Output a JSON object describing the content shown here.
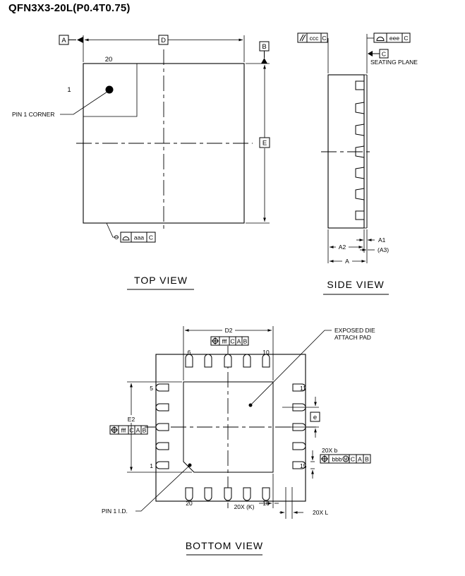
{
  "package_name": "QFN3X3-20L(P0.4T0.75)",
  "views": {
    "top": "TOP VIEW",
    "side": "SIDE VIEW",
    "bottom": "BOTTOM VIEW"
  },
  "top_view": {
    "datum_a": "A",
    "datum_b": "B",
    "dim_d": "D",
    "dim_e": "E",
    "pin_20": "20",
    "pin_1": "1",
    "pin1_corner": "PIN 1 CORNER",
    "flatness_tol": "aaa",
    "flatness_datum": "C"
  },
  "side_view": {
    "parallel_tol": "ccc",
    "parallel_datum": "C",
    "profile_tol": "eee",
    "profile_datum": "C",
    "datum_c": "C",
    "seating_plane": "SEATING PLANE",
    "dim_a1": "A1",
    "dim_a2": "A2",
    "dim_a3": "(A3)",
    "dim_a": "A"
  },
  "bottom_view": {
    "dim_d2": "D2",
    "dim_e2": "E2",
    "exposed_die": "EXPOSED DIE",
    "attach_pad": "ATTACH PAD",
    "d2_tol": "fff",
    "e2_tol": "fff",
    "datum_c": "C",
    "datum_a": "A",
    "datum_b": "B",
    "pin_6": "6",
    "pin_10": "10",
    "pin_5": "5",
    "pin_11": "11",
    "pin_1": "1",
    "pin_15": "15",
    "pin_20": "20",
    "pin_16": "16",
    "dim_e": "e",
    "dim_b": "20X b",
    "b_tol": "bbb",
    "b_modifier": "M",
    "dim_k": "20X (K)",
    "dim_l": "20X L",
    "pin1_id": "PIN 1 I.D."
  }
}
